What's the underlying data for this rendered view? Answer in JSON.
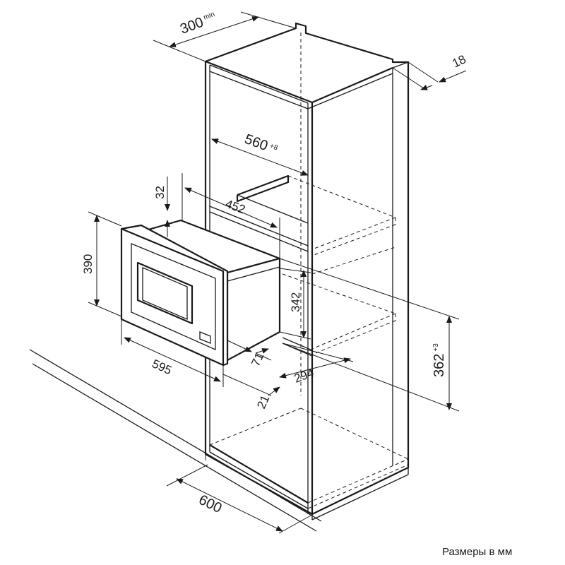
{
  "dimensions": {
    "niche_depth": {
      "value": "300",
      "suffix": "min"
    },
    "panel_thickness": {
      "value": "18"
    },
    "niche_width": {
      "value": "560",
      "suffix": "+8"
    },
    "frame_top_offset": {
      "value": "32"
    },
    "body_width": {
      "value": "452"
    },
    "front_height": {
      "value": "390"
    },
    "body_height": {
      "value": "342"
    },
    "niche_height": {
      "value": "362",
      "suffix": "+3"
    },
    "front_width": {
      "value": "595"
    },
    "frame_depth": {
      "value": "71"
    },
    "body_depth": {
      "value": "294"
    },
    "door_depth": {
      "value": "21"
    },
    "cabinet_depth": {
      "value": "600"
    }
  },
  "note": "Размеры в мм"
}
